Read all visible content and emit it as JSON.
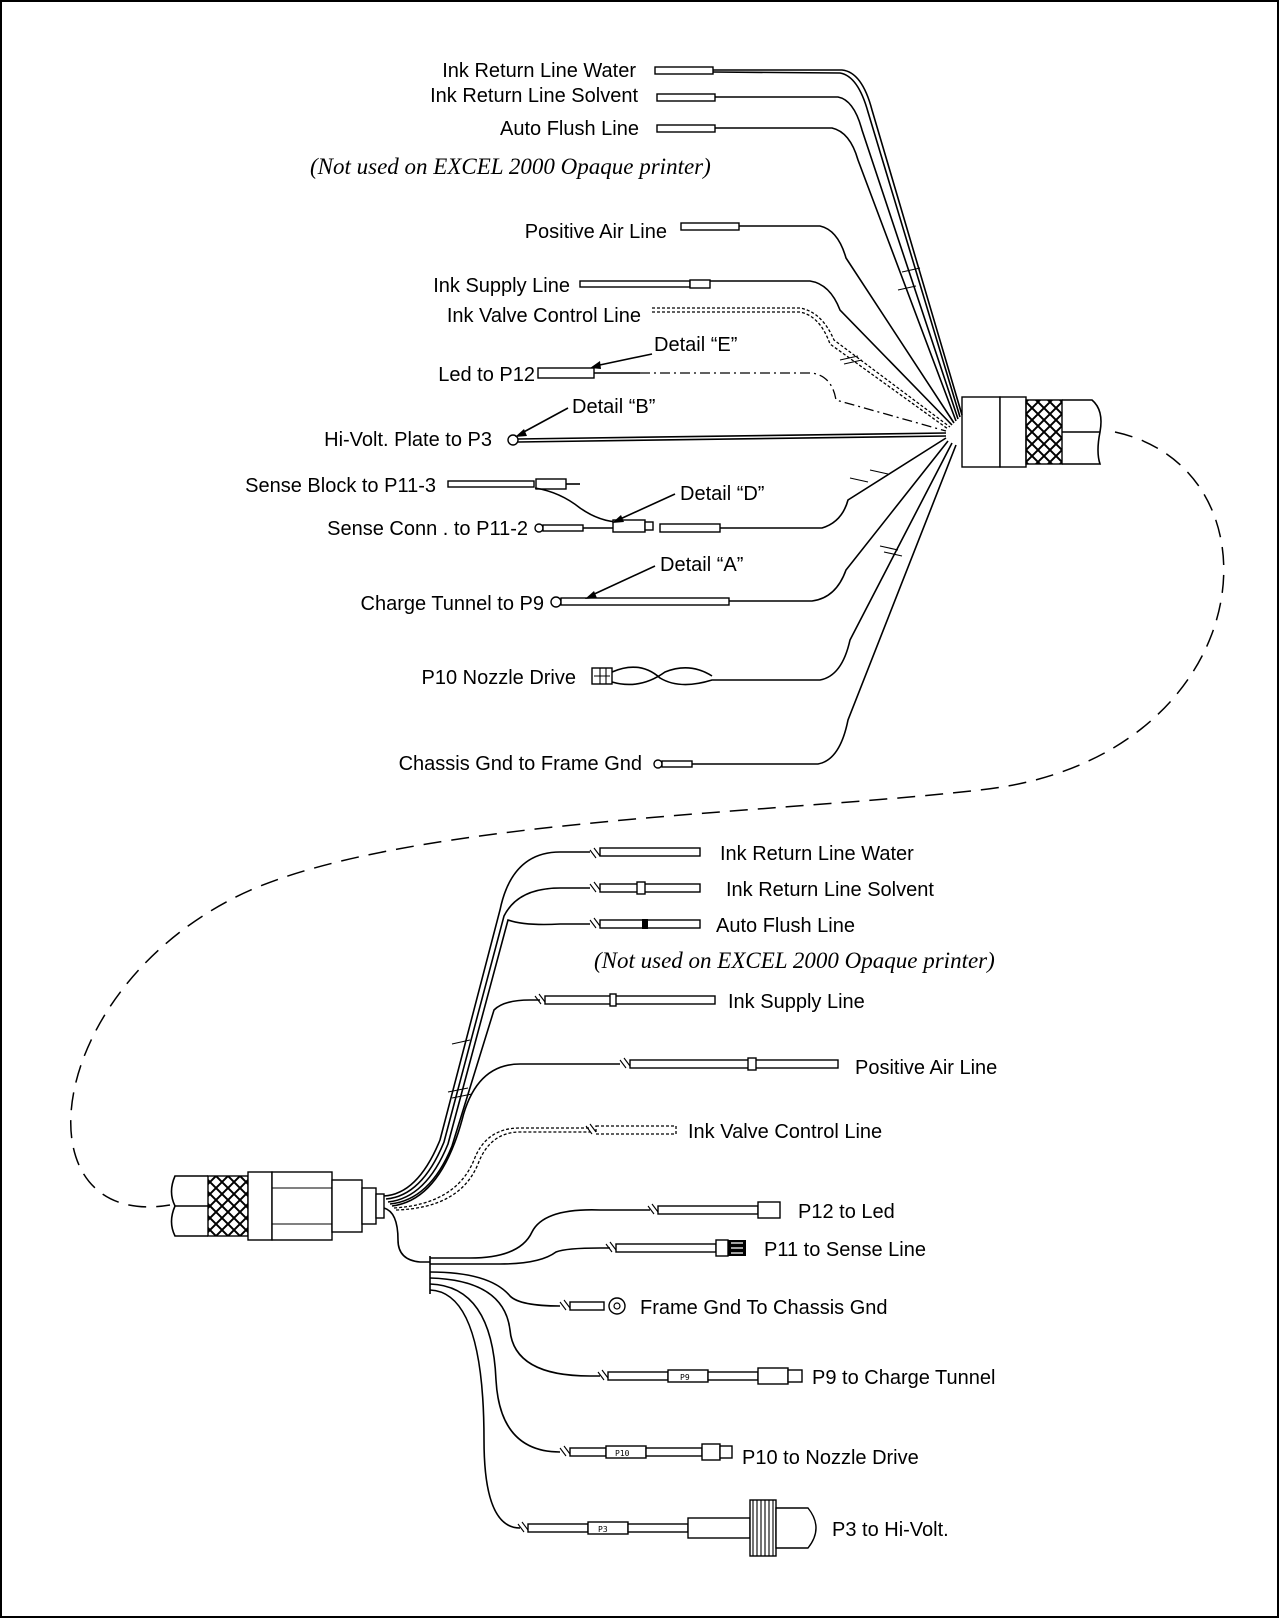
{
  "top": {
    "ink_return_water": "Ink Return Line Water",
    "ink_return_solvent": "Ink Return Line Solvent",
    "auto_flush": "Auto Flush Line",
    "note": "(Not used on EXCEL 2000 Opaque printer)",
    "positive_air": "Positive Air Line",
    "ink_supply": "Ink Supply Line",
    "ink_valve": "Ink Valve Control Line",
    "detail_e": "Detail “E”",
    "led_p12": "Led to P12",
    "detail_b": "Detail “B”",
    "hivolt_p3": "Hi-Volt. Plate to P3",
    "sense_block": "Sense Block to P11-3",
    "detail_d": "Detail “D”",
    "sense_conn": "Sense Conn . to P11-2",
    "detail_a": "Detail “A”",
    "charge_tunnel_p9": "Charge Tunnel to P9",
    "p10_nozzle": "P10 Nozzle Drive",
    "chassis_gnd": "Chassis Gnd to Frame Gnd"
  },
  "bottom": {
    "ink_return_water": "Ink Return Line Water",
    "ink_return_solvent": "Ink Return Line Solvent",
    "auto_flush": "Auto Flush Line",
    "note": "(Not used on EXCEL 2000 Opaque printer)",
    "ink_supply": "Ink Supply Line",
    "positive_air": "Positive Air Line",
    "ink_valve": "Ink Valve Control Line",
    "p12_led": "P12 to Led",
    "p11_sense": "P11 to Sense Line",
    "frame_gnd": "Frame Gnd To Chassis Gnd",
    "p9_charge": "P9 to Charge Tunnel",
    "p10_nozzle": "P10 to Nozzle Drive",
    "p3_hivolt": "P3 to Hi-Volt."
  },
  "tags": {
    "p9": "P9",
    "p10": "P10",
    "p3": "P3"
  }
}
